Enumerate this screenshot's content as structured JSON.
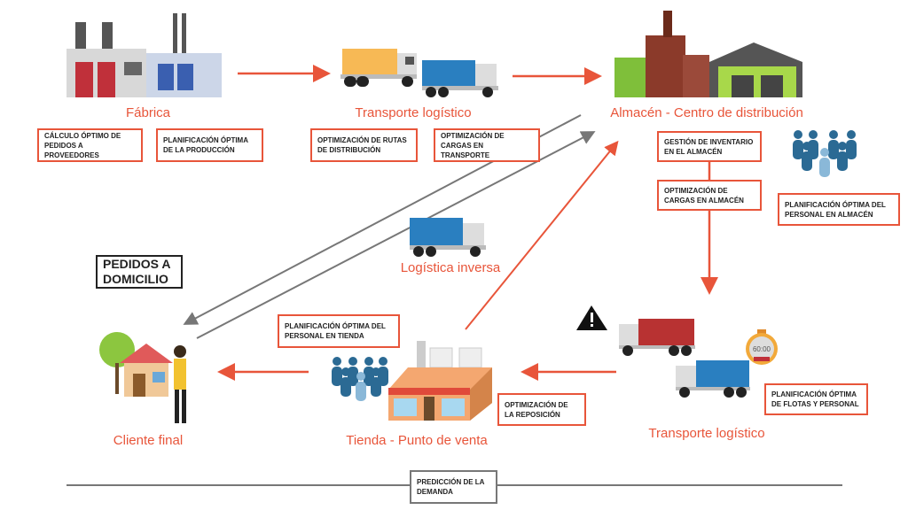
{
  "nodes": {
    "factory": "Fábrica",
    "transport_top": "Transporte logístico",
    "warehouse": "Almacén - Centro de distribución",
    "reverse": "Logística inversa",
    "client": "Cliente final",
    "store": "Tienda - Punto de venta",
    "transport_bottom": "Transporte logístico"
  },
  "boxes": {
    "b1": "CÁLCULO ÓPTIMO DE PEDIDOS A PROVEEDORES",
    "b2": "PLANIFICACIÓN ÓPTIMA DE LA PRODUCCIÓN",
    "b3": "OPTIMIZACIÓN DE RUTAS DE DISTRIBUCIÓN",
    "b4": "OPTIMIZACIÓN DE CARGAS EN TRANSPORTE",
    "b5": "GESTIÓN DE INVENTARIO EN EL ALMACÉN",
    "b6": "OPTIMIZACIÓN DE CARGAS EN ALMACÉN",
    "b7": "PLANIFICACIÓN ÓPTIMA DEL PERSONAL EN ALMACÉN",
    "b8": "PEDIDOS A DOMICILIO",
    "b9": "PLANIFICACIÓN ÓPTIMA DEL PERSONAL EN TIENDA",
    "b10": "OPTIMIZACIÓN DE LA REPOSICIÓN",
    "b11": "PLANIFICACIÓN ÓPTIMA DE FLOTAS Y PERSONAL",
    "b12": "PREDICCIÓN DE LA DEMANDA"
  },
  "stopwatch_text": "60:00",
  "colors": {
    "accent": "#e8553a",
    "arrow_gray": "#777777",
    "truck_blue": "#2a7fc0",
    "truck_yellow": "#f7b955",
    "truck_red": "#b83232",
    "people": "#2b6a94"
  }
}
